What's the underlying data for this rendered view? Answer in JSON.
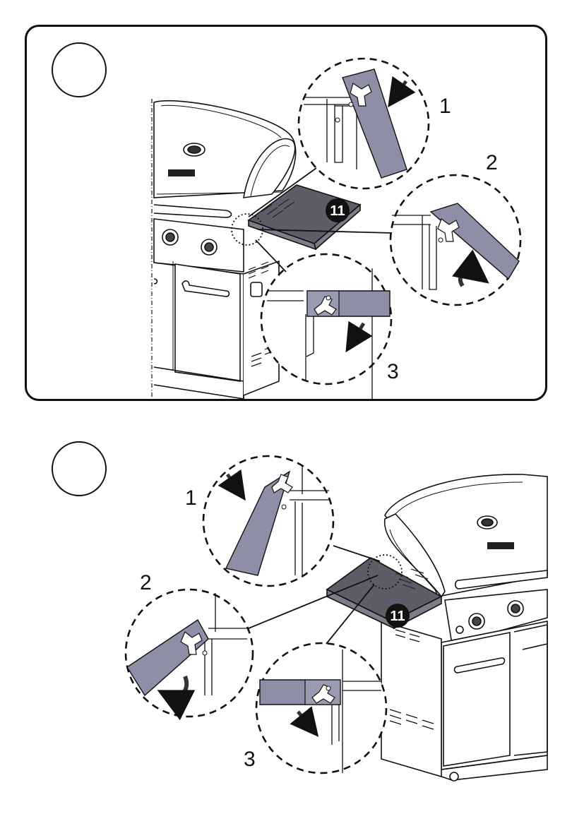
{
  "panels": [
    {
      "step_number": "",
      "callouts": [
        "1",
        "2",
        "3"
      ],
      "part_badge": "11"
    },
    {
      "step_number": "",
      "callouts": [
        "1",
        "2",
        "3"
      ],
      "part_badge": "11"
    }
  ],
  "colors": {
    "line": "#111111",
    "bracket_fill": "#8e8ea6",
    "shelf_top": "#5d5d6a",
    "shelf_edge": "#7d7d8a",
    "badge": "#111111"
  },
  "icons": [
    "arrow-icon",
    "rotate-arrow-icon",
    "bracket-icon",
    "hook-icon"
  ]
}
